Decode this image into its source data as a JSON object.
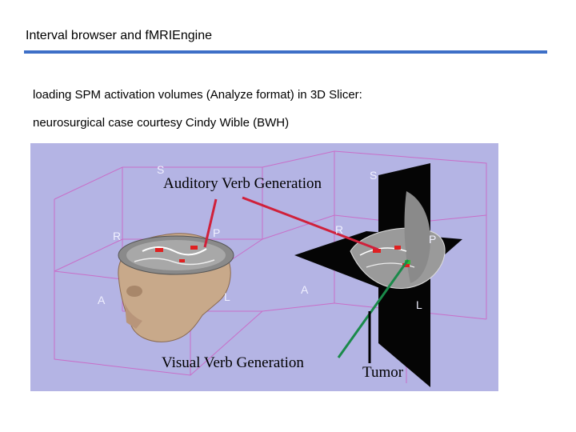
{
  "slide": {
    "title": "Interval browser and fMRIEngine",
    "line1": "loading SPM activation volumes (Analyze format) in 3D Slicer:",
    "line2": "neurosurgical case courtesy Cindy Wible (BWH)"
  },
  "figure": {
    "labels": {
      "auditory": "Auditory Verb Generation",
      "visual": "Visual Verb Generation",
      "tumor": "Tumor"
    },
    "orientation": {
      "s_left": "S",
      "s_right": "S",
      "r_left": "R",
      "r_right": "R",
      "p_left": "P",
      "p_right": "P",
      "a_left": "A",
      "a_right": "A",
      "l_left": "L",
      "l_right": "L"
    },
    "colors": {
      "background": "#b4b4e4",
      "box_lines": "#c86ec8",
      "auditory_pointer": "#d0203a",
      "visual_pointer": "#1a8a4a",
      "tumor_pointer": "#000000"
    }
  }
}
